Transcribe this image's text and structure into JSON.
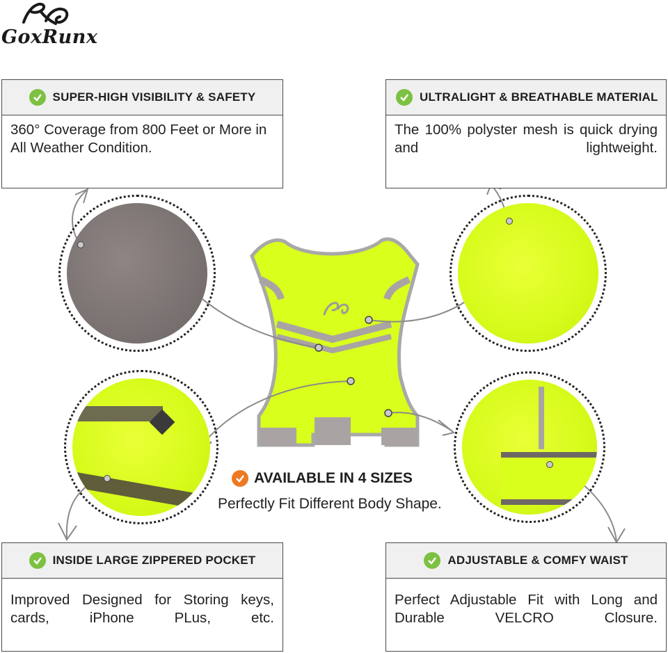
{
  "brand": {
    "name": "GoxRunx"
  },
  "colors": {
    "check_green": "#7cc142",
    "check_orange": "#ec7a23",
    "vest_yellow": "#d9ff1c",
    "reflective_gray": "#8f8a88"
  },
  "cards": [
    {
      "title": "SUPER-HIGH VISIBILITY & SAFETY",
      "body": "360° Coverage from 800 Feet or More in All Weather Condition."
    },
    {
      "title": "ULTRALIGHT & BREATHABLE MATERIAL",
      "body": "The 100% polyster mesh is quick drying and lightweight."
    },
    {
      "title": "INSIDE LARGE ZIPPERED POCKET",
      "body": "Improved Designed for Storing keys, cards, iPhone PLus, etc."
    },
    {
      "title": "ADJUSTABLE & COMFY WAIST",
      "body": "Perfect Adjustable Fit with Long and Durable VELCRO Closure."
    }
  ],
  "sizes": {
    "title": "AVAILABLE IN 4 SIZES",
    "subtitle": "Perfectly Fit Different Body Shape."
  },
  "icons": [
    "check-icon",
    "brand-logo-icon",
    "arrow-icon"
  ]
}
